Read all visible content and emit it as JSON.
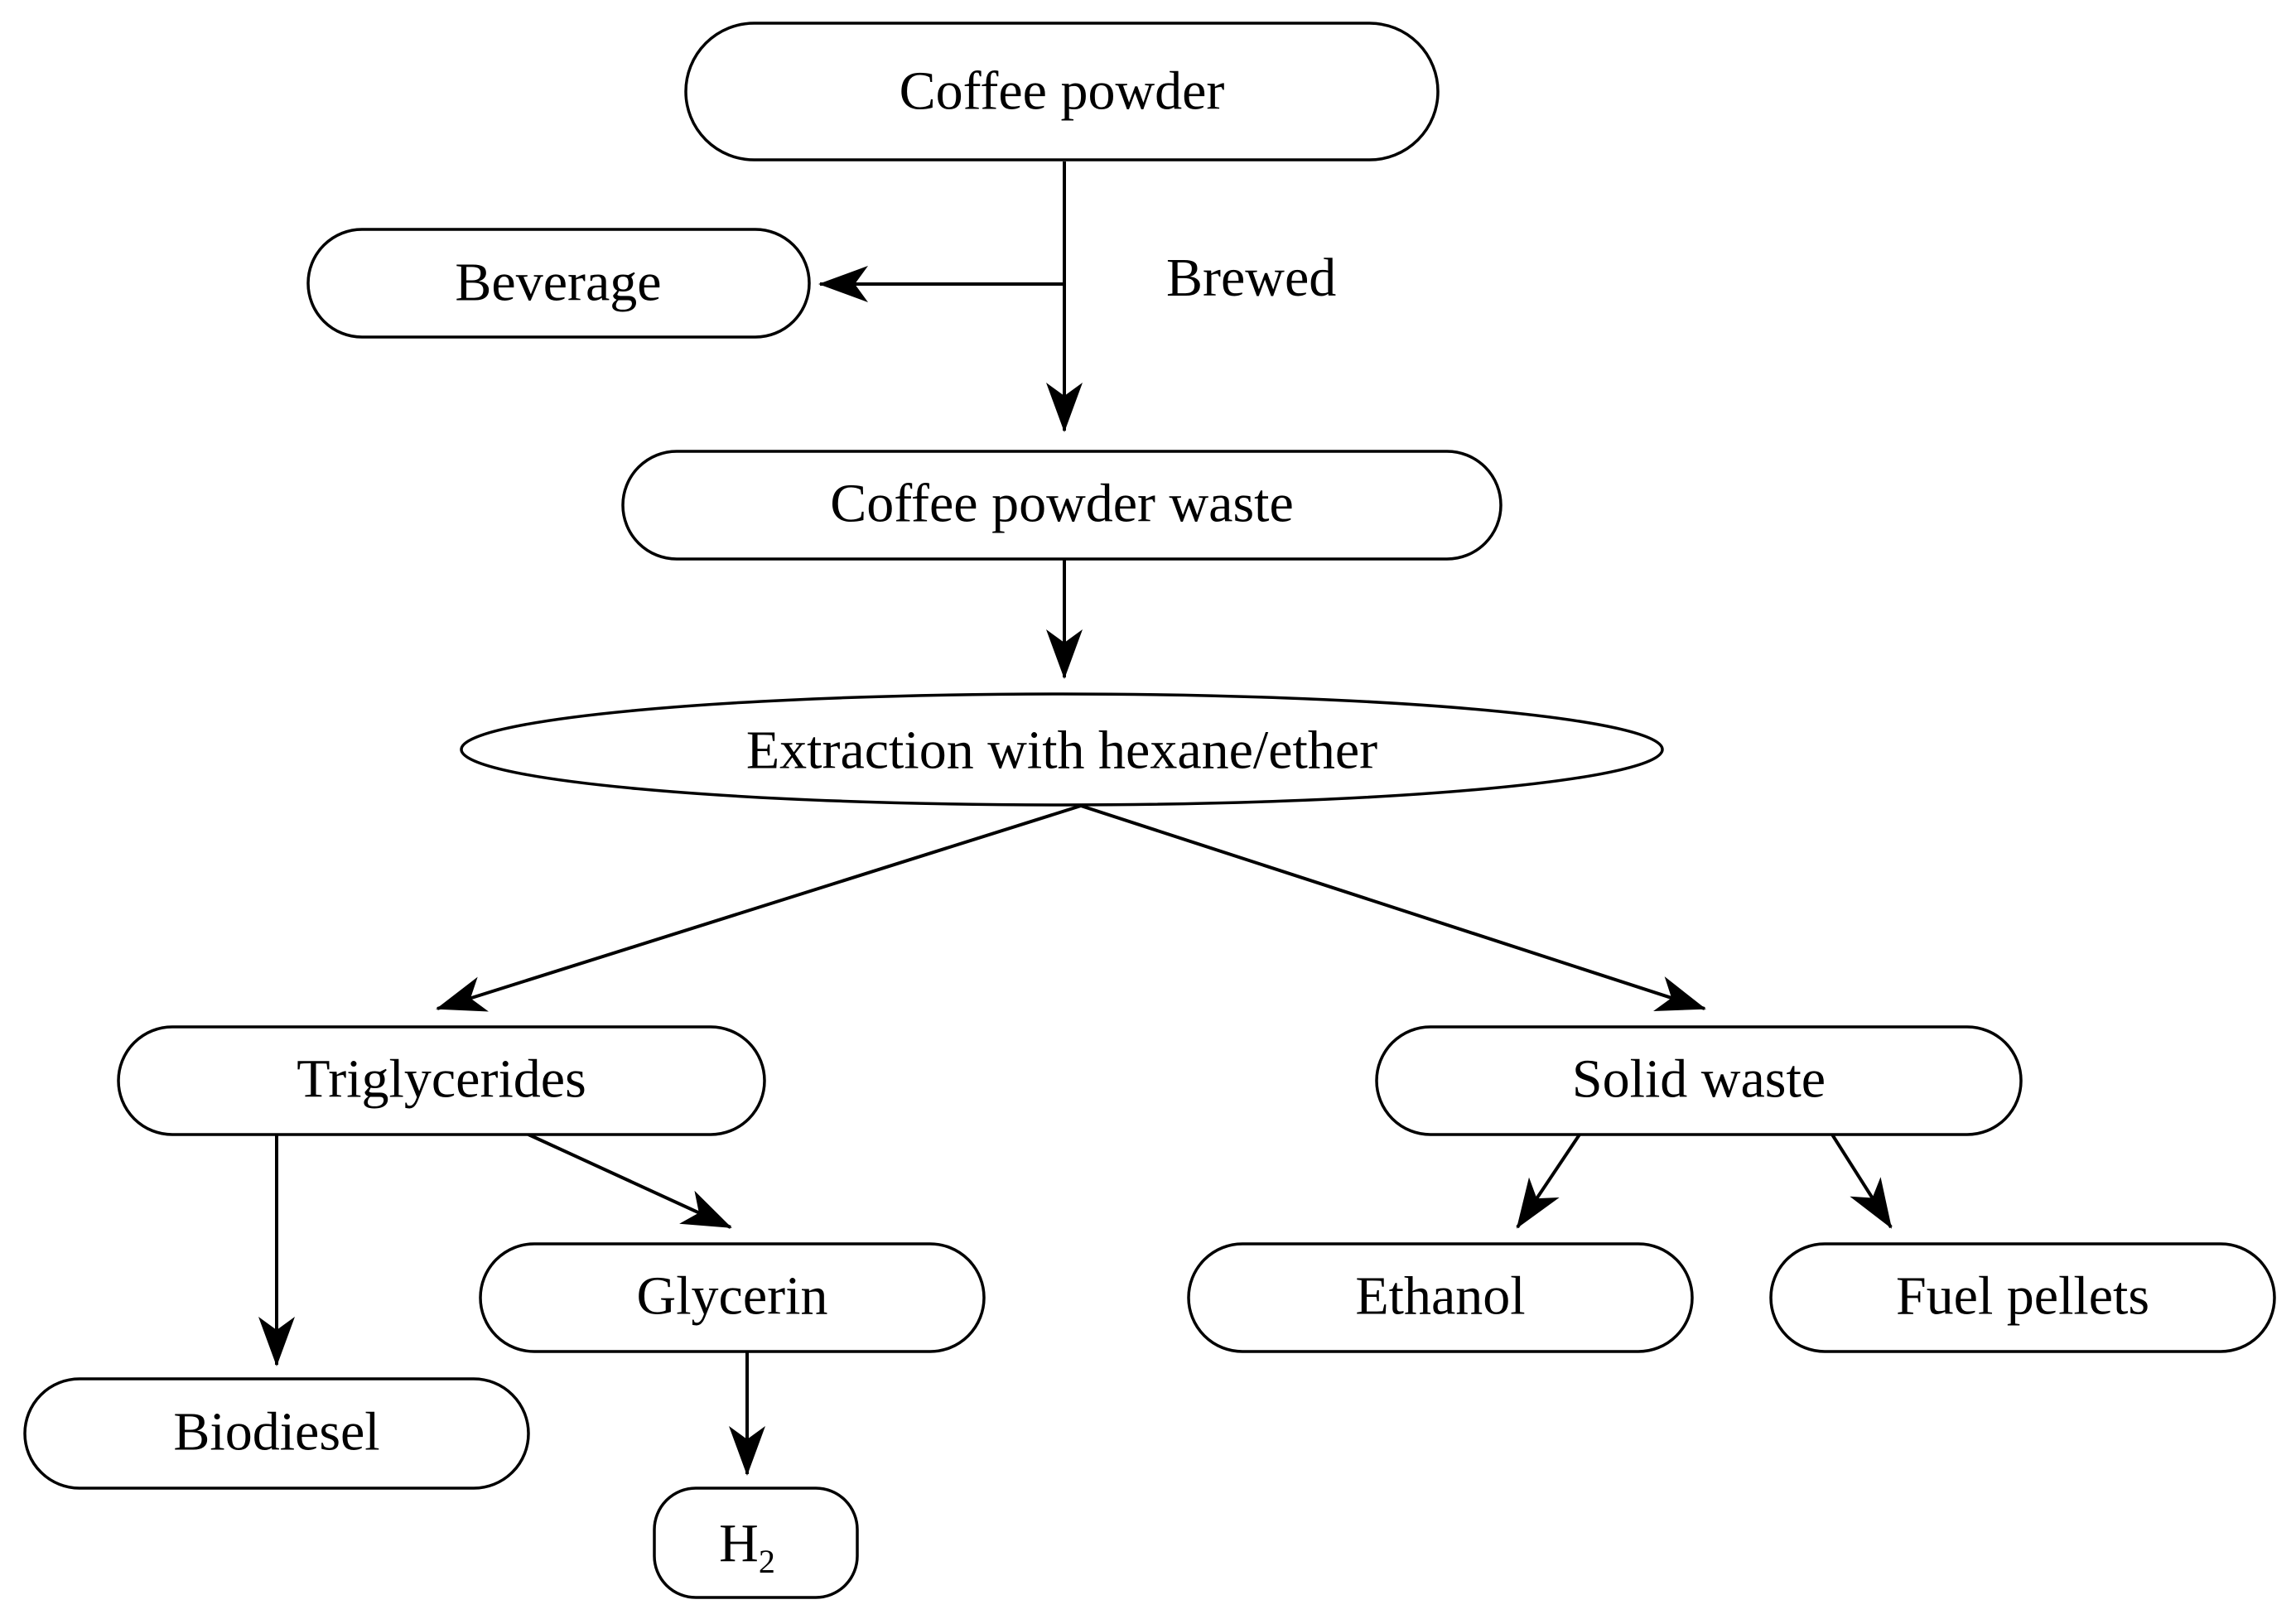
{
  "nodes": {
    "coffee_powder": "Coffee powder",
    "beverage": "Beverage",
    "coffee_powder_waste": "Coffee powder waste",
    "extraction": "Extraction with hexane/ether",
    "triglycerides": "Triglycerides",
    "solid_waste": "Solid waste",
    "biodiesel": "Biodiesel",
    "glycerin": "Glycerin",
    "ethanol": "Ethanol",
    "fuel_pellets": "Fuel pellets",
    "h2": {
      "base": "H",
      "subscript": "2"
    }
  },
  "edge_labels": {
    "brewed": "Brewed"
  },
  "colors": {
    "stroke": "#000000",
    "background": "#ffffff"
  }
}
